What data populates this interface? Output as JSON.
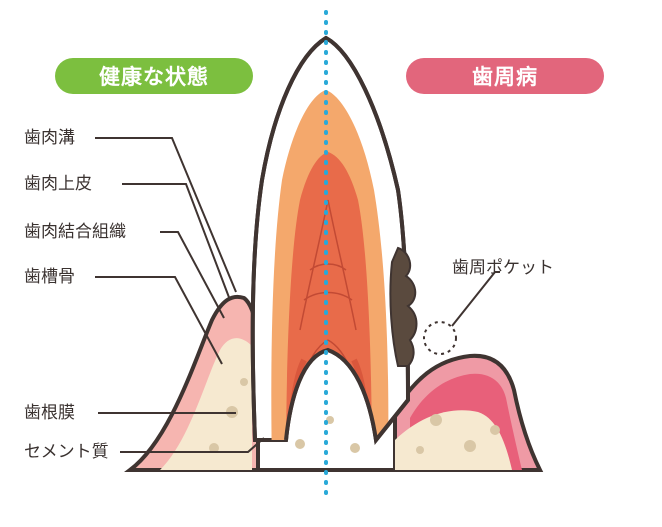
{
  "colors": {
    "healthy": "#7cbf3f",
    "disease": "#e2667c",
    "outline": "#3f3431",
    "guide": "#29a9d8"
  },
  "pills": {
    "healthy": "健康な状態",
    "disease": "歯周病"
  },
  "labels": {
    "sulcus": "歯肉溝",
    "epithelium": "歯肉上皮",
    "junction": "歯肉結合組織",
    "bone": "歯槽骨",
    "ligament": "歯根膜",
    "cement": "セメント質",
    "pocket": "歯周ポケット"
  }
}
